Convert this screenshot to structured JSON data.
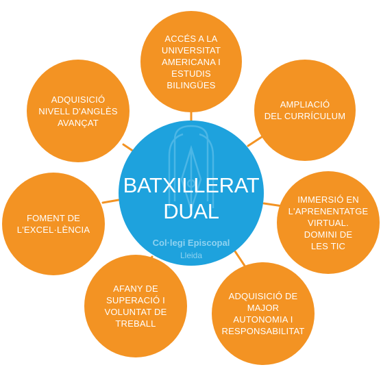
{
  "colors": {
    "bubble": "#f39323",
    "center": "#1ea2dd",
    "connector": "#f39323"
  },
  "center": {
    "title": "BATXILLERAT\nDUAL",
    "school": "Col·legi Episcopal",
    "city": "Lleida",
    "logo_icon": "pen-nib-emblem-icon"
  },
  "bubbles": [
    {
      "label": "ACCÉS A LA\nUNIVERSITAT\nAMERICANA I\nESTUDIS\nBILINGÜES"
    },
    {
      "label": "AMPLIACIÓ\nDEL CURRÍCULUM"
    },
    {
      "label": "IMMERSIÓ EN\nL'APRENENTATGE\nVIRTUAL.\nDOMINI DE\nLES TIC"
    },
    {
      "label": "ADQUISICIÓ DE\nMAJOR\nAUTONOMIA I\nRESPONSABILITAT"
    },
    {
      "label": "AFANY DE\nSUPERACIÓ I\nVOLUNTAT DE\nTREBALL"
    },
    {
      "label": "FOMENT DE\nL'EXCEL·LÈNCIA"
    },
    {
      "label": "ADQUISICIÓ\nNIVELL D'ANGLÈS\nAVANÇAT"
    }
  ]
}
